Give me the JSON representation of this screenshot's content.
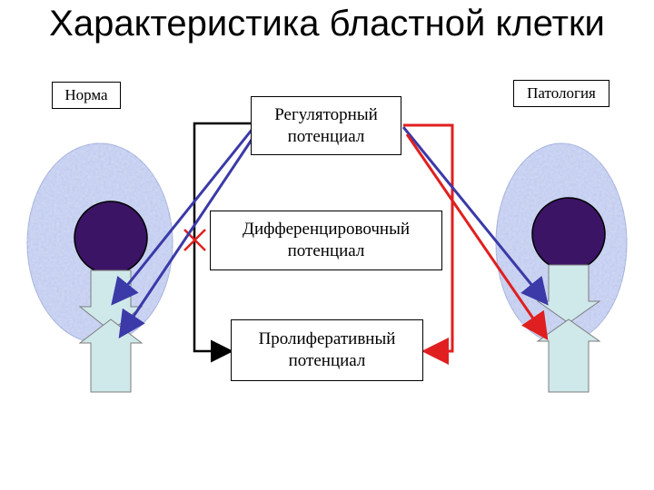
{
  "title": "Характеристика бластной клетки",
  "labels": {
    "norm": "Норма",
    "pathology": "Патология"
  },
  "boxes": {
    "regulatory": [
      "Регуляторный",
      "потенциал"
    ],
    "differentiation": [
      "Дифференцировочный",
      "потенциал"
    ],
    "proliferative": [
      "Пролиферативный",
      "потенциал"
    ]
  },
  "colors": {
    "cytoplasm": "#bcc9ee",
    "nucleus": "#3b1465",
    "arrow_body": "#cfe8ea",
    "blue_connector": "#3b3aa8",
    "red_connector": "#e02020",
    "black_connector": "#000000",
    "block_mark": "#e02020"
  }
}
